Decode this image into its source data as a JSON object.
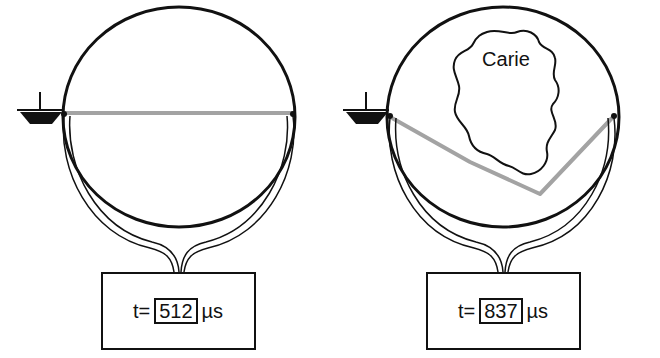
{
  "diagram": {
    "nodes": [
      {
        "text": [
          "Carie"
        ]
      },
      {
        "text": [
          "t=",
          "µs"
        ]
      },
      {
        "text": [
          "512"
        ],
        "in": 1
      },
      {
        "text": [
          "t=",
          "µs"
        ]
      },
      {
        "text": [
          "837"
        ],
        "in": 3
      }
    ]
  }
}
